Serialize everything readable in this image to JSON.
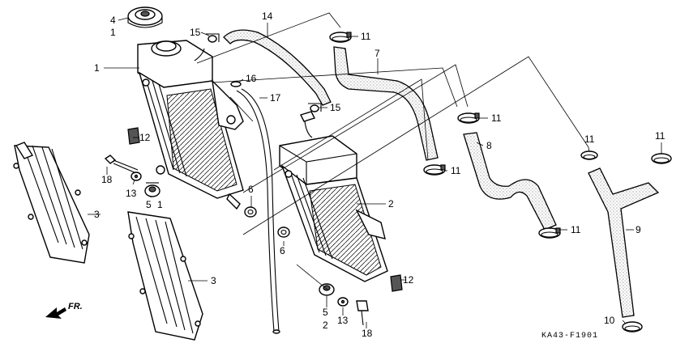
{
  "diagram": {
    "code": "KA43-F1901",
    "direction": "FR.",
    "callouts": [
      {
        "id": "c4",
        "text": "4"
      },
      {
        "id": "c4b",
        "text": "1"
      },
      {
        "id": "c1a",
        "text": "1"
      },
      {
        "id": "c15a",
        "text": "15"
      },
      {
        "id": "c14",
        "text": "14"
      },
      {
        "id": "c11a",
        "text": "11"
      },
      {
        "id": "c7",
        "text": "7"
      },
      {
        "id": "c16",
        "text": "16"
      },
      {
        "id": "c17",
        "text": "17"
      },
      {
        "id": "c15b",
        "text": "15"
      },
      {
        "id": "c11b",
        "text": "11"
      },
      {
        "id": "c8",
        "text": "8"
      },
      {
        "id": "c11c",
        "text": "11"
      },
      {
        "id": "c11d",
        "text": "11"
      },
      {
        "id": "c11e",
        "text": "11"
      },
      {
        "id": "c11f",
        "text": "11"
      },
      {
        "id": "c12a",
        "text": "12"
      },
      {
        "id": "c18a",
        "text": "18"
      },
      {
        "id": "c13a",
        "text": "13"
      },
      {
        "id": "c5a",
        "text": "5"
      },
      {
        "id": "c1b",
        "text": "1"
      },
      {
        "id": "c6a",
        "text": "6"
      },
      {
        "id": "c3a",
        "text": "3"
      },
      {
        "id": "c2",
        "text": "2"
      },
      {
        "id": "c9",
        "text": "9"
      },
      {
        "id": "c11g",
        "text": "11"
      },
      {
        "id": "c6b",
        "text": "6"
      },
      {
        "id": "c3b",
        "text": "3"
      },
      {
        "id": "c12b",
        "text": "12"
      },
      {
        "id": "c5b",
        "text": "5"
      },
      {
        "id": "c2b",
        "text": "2"
      },
      {
        "id": "c13b",
        "text": "13"
      },
      {
        "id": "c18b",
        "text": "18"
      },
      {
        "id": "c10",
        "text": "10"
      }
    ]
  }
}
